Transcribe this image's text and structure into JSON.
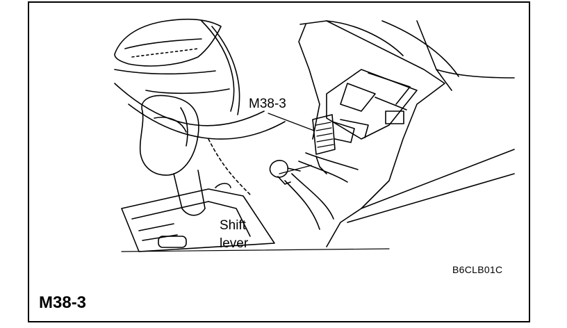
{
  "figure": {
    "connector_label": "M38-3",
    "shift_label_line1": "Shift",
    "shift_label_line2": "lever",
    "figure_code": "B6CLB01C",
    "caption": "M38-3"
  },
  "colors": {
    "ink": "#000000",
    "background": "#ffffff"
  }
}
